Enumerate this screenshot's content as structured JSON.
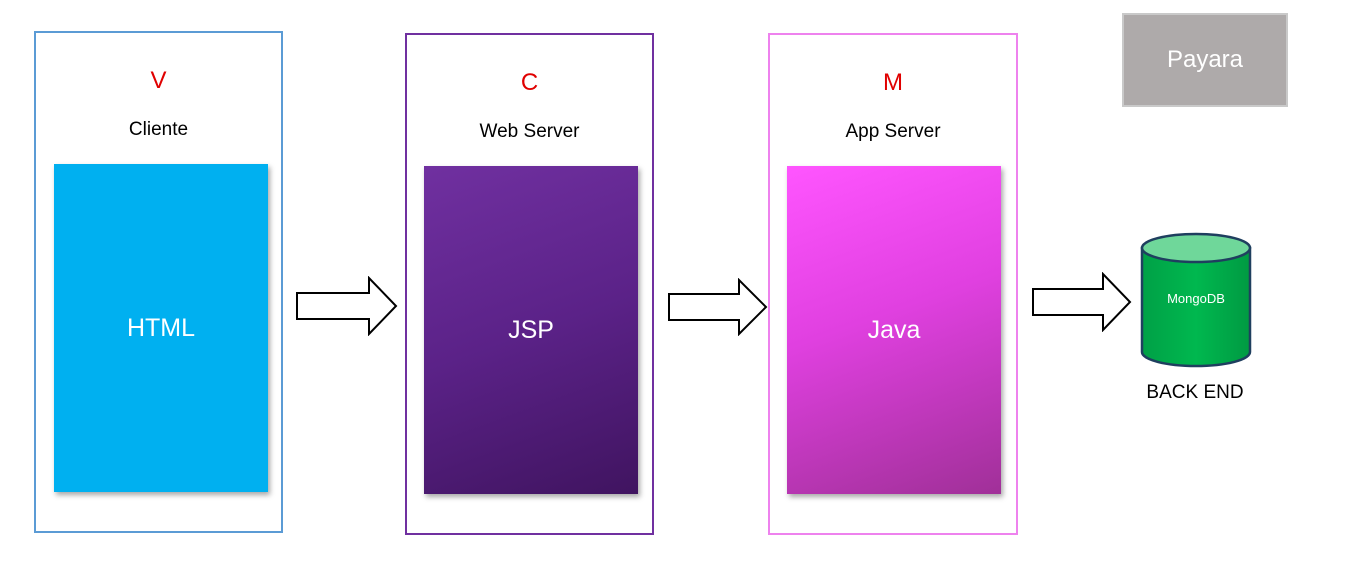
{
  "tiers": {
    "view": {
      "letter": "V",
      "label": "Cliente",
      "tech": "HTML",
      "border_color": "#5b9bd5",
      "fill_color": "#00b0f0"
    },
    "controller": {
      "letter": "C",
      "label": "Web Server",
      "tech": "JSP",
      "border_color": "#7030a0",
      "fill_color": "#7030a0"
    },
    "model": {
      "letter": "M",
      "label": "App Server",
      "tech": "Java",
      "border_color": "#ee82ee",
      "fill_color": "#ff55ff"
    }
  },
  "server": {
    "label": "Payara",
    "fill_color": "#aeaaaa"
  },
  "database": {
    "label": "MongoDB",
    "caption": "BACK END",
    "fill_color": "#00b050"
  },
  "letter_color": "#e00000",
  "connectors": [
    {
      "from": "view",
      "to": "controller",
      "icon": "right-arrow-icon"
    },
    {
      "from": "controller",
      "to": "model",
      "icon": "right-arrow-icon"
    },
    {
      "from": "model",
      "to": "database",
      "icon": "right-arrow-icon"
    }
  ]
}
